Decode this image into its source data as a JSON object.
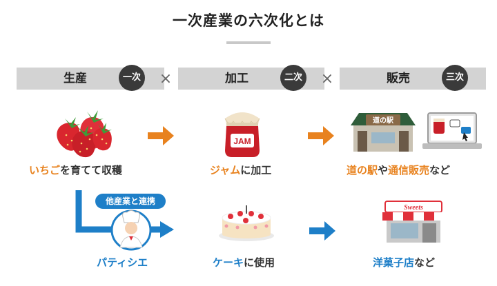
{
  "title": "一次産業の六次化とは",
  "stages": [
    {
      "label": "生産",
      "badge": "一次"
    },
    {
      "label": "加工",
      "badge": "二次"
    },
    {
      "label": "販売",
      "badge": "三次"
    }
  ],
  "times_symbol": "×",
  "row1": {
    "produce": {
      "highlight": "いちご",
      "rest": "を育てて収穫"
    },
    "process": {
      "highlight": "ジャム",
      "rest": "に加工"
    },
    "sell": {
      "highlight1": "道の駅",
      "mid": "や",
      "highlight2": "通信販売",
      "rest": "など"
    },
    "jam_label": "JAM",
    "station_sign": "道の駅"
  },
  "row2": {
    "collab": "他産業と連携",
    "produce": {
      "highlight": "パティシエ",
      "rest": ""
    },
    "process": {
      "highlight": "ケーキ",
      "rest": "に使用"
    },
    "sell": {
      "highlight": "洋菓子店",
      "rest": "など"
    },
    "shop_sign": "Sweets"
  },
  "colors": {
    "orange": "#e8821e",
    "blue": "#1e7fc8",
    "bar": "#d3d3d3",
    "badge": "#3a3a3a"
  }
}
